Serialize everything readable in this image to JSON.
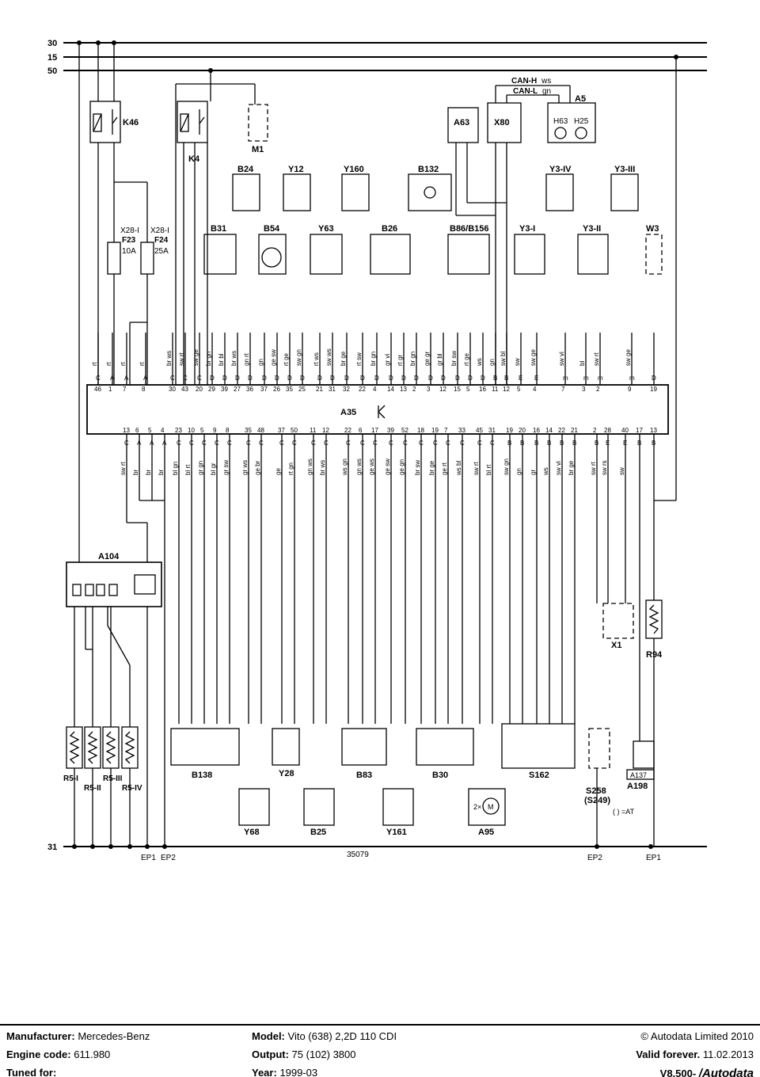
{
  "rails": {
    "r30": "30",
    "r15": "15",
    "r50": "50",
    "r31": "31"
  },
  "components": {
    "K46": "K46",
    "K4": "K4",
    "M1": "M1",
    "A63": "A63",
    "X80": "X80",
    "A5": "A5",
    "H63": "H63",
    "H25": "H25",
    "B24": "B24",
    "Y12": "Y12",
    "Y160": "Y160",
    "B132": "B132",
    "Y3IV": "Y3-IV",
    "Y3III": "Y3-III",
    "B31": "B31",
    "B54": "B54",
    "Y63": "Y63",
    "B26": "B26",
    "B86": "B86/B156",
    "Y3I": "Y3-I",
    "Y3II": "Y3-II",
    "W3": "W3",
    "F23": "F23",
    "F24": "F24",
    "F23r": "10A",
    "F24r": "25A",
    "X28a": "X28-I",
    "X28b": "X28-I",
    "A35": "A35",
    "A104": "A104",
    "R5I": "R5-I",
    "R5II": "R5-II",
    "R5III": "R5-III",
    "R5IV": "R5-IV",
    "B138": "B138",
    "Y28": "Y28",
    "B83": "B83",
    "B30": "B30",
    "S162": "S162",
    "S258": "S258",
    "S249": "(S249)",
    "AT": "( ) =AT",
    "A137": "A137",
    "A198": "A198",
    "Y68": "Y68",
    "B25": "B25",
    "Y161": "Y161",
    "A95": "A95",
    "X1": "X1",
    "R94": "R94",
    "m2x": "2×",
    "mM": "M"
  },
  "bus": {
    "canh": "CAN-H",
    "canl": "CAN-L",
    "ws": "ws",
    "gn": "gn"
  },
  "grounds": {
    "ep1": "EP1",
    "ep2": "EP2",
    "ep2b": "EP2",
    "ep1b": "EP1"
  },
  "diagram_number": "35079",
  "pins_top": [
    "46",
    "1",
    "7",
    "8",
    "30",
    "43",
    "20",
    "29",
    "39",
    "27",
    "36",
    "37",
    "26",
    "35",
    "25",
    "21",
    "31",
    "32",
    "22",
    "4",
    "14",
    "13",
    "2",
    "3",
    "12",
    "15",
    "5",
    "16",
    "11",
    "12",
    "5",
    "4",
    "7",
    "3",
    "2",
    "9",
    "19"
  ],
  "conn_top": [
    "C",
    "A",
    "A",
    "A",
    "C",
    "C",
    "C",
    "D",
    "D",
    "D",
    "D",
    "D",
    "D",
    "D",
    "D",
    "D",
    "D",
    "D",
    "D",
    "D",
    "D",
    "D",
    "D",
    "D",
    "D",
    "D",
    "D",
    "D",
    "B",
    "B",
    "E",
    "E",
    "m",
    "m",
    "m",
    "m",
    "D"
  ],
  "wires_top": [
    "rt",
    "rt",
    "rt",
    "rt",
    "br ws",
    "sw rt",
    "sw ge",
    "br gn",
    "br bl",
    "br ws",
    "gn rt",
    "gn",
    "ge sw",
    "rt ge",
    "sw gn",
    "rt ws",
    "sw ws",
    "br ge",
    "rt sw",
    "br gn",
    "gr vi",
    "rt gr",
    "br gn",
    "ge gr",
    "gr bl",
    "br sw",
    "rt ge",
    "ws",
    "gn",
    "sw bl",
    "sw",
    "sw ge",
    "sw vi",
    "bl",
    "sw rt",
    "sw ge"
  ],
  "pins_bot": [
    "13",
    "6",
    "5",
    "4",
    "23",
    "10",
    "5",
    "9",
    "8",
    "35",
    "48",
    "37",
    "50",
    "11",
    "12",
    "22",
    "6",
    "17",
    "39",
    "52",
    "18",
    "19",
    "7",
    "33",
    "45",
    "31",
    "19",
    "20",
    "16",
    "14",
    "22",
    "21",
    "2",
    "28",
    "40",
    "17",
    "13"
  ],
  "conn_bot": [
    "C",
    "A",
    "A",
    "A",
    "C",
    "C",
    "C",
    "C",
    "C",
    "C",
    "C",
    "C",
    "C",
    "C",
    "C",
    "C",
    "C",
    "C",
    "C",
    "C",
    "C",
    "C",
    "C",
    "C",
    "C",
    "C",
    "B",
    "B",
    "B",
    "B",
    "B",
    "B",
    "B",
    "E",
    "E",
    "B",
    "B"
  ],
  "wires_bot": [
    "sw rt",
    "br",
    "br",
    "br",
    "bl gn",
    "bl rt",
    "gr gn",
    "bl gr",
    "gr sw",
    "gr ws",
    "ge br",
    "ge",
    "rt gn",
    "gn ws",
    "br ws",
    "ws gn",
    "gn ws",
    "ge ws",
    "ge sw",
    "ge gn",
    "br sw",
    "br ge",
    "ge rt",
    "ws bl",
    "sw rt",
    "bl rt",
    "sw gn",
    "gn",
    "gr",
    "ws",
    "sw vi",
    "br ge",
    "sw rt",
    "sw rs",
    "sw"
  ],
  "footer": {
    "manufacturer_label": "Manufacturer:",
    "manufacturer": "Mercedes-Benz",
    "engine_label": "Engine code:",
    "engine": "611.980",
    "tuned_label": "Tuned for:",
    "model_label": "Model:",
    "model": "Vito (638) 2,2D 110 CDI",
    "output_label": "Output:",
    "output": "75 (102) 3800",
    "year_label": "Year:",
    "year": "1999-03",
    "copyright": "© Autodata Limited 2010",
    "valid_label": "Valid forever.",
    "valid_date": "11.02.2013",
    "version": "V8.500-",
    "logo": "/Autodata"
  }
}
